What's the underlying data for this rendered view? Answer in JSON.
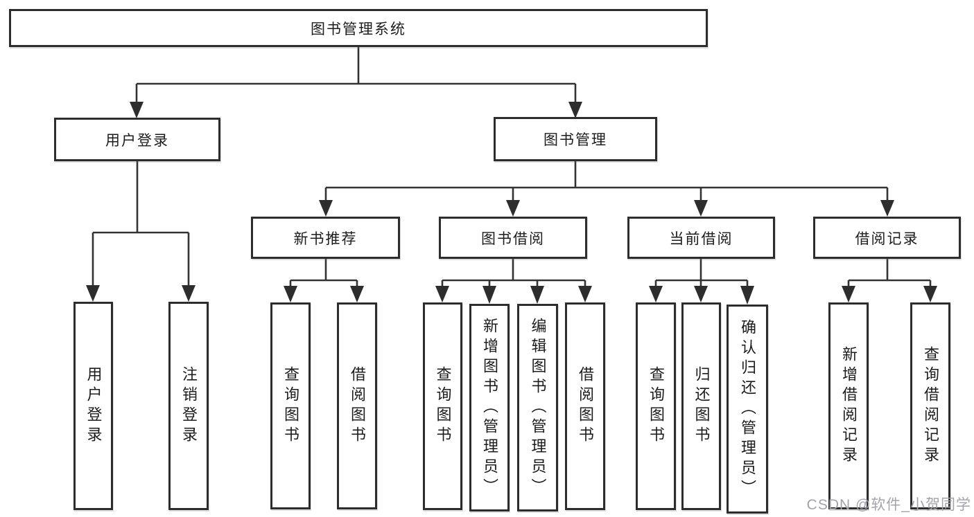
{
  "diagram": {
    "root_label": "图书管理系统",
    "branches": [
      {
        "label": "用户登录",
        "children": [
          {
            "label": "用户登录"
          },
          {
            "label": "注销登录"
          }
        ]
      },
      {
        "label": "图书管理",
        "groups": [
          {
            "label": "新书推荐",
            "children": [
              {
                "label": "查询图书"
              },
              {
                "label": "借阅图书"
              }
            ]
          },
          {
            "label": "图书借阅",
            "children": [
              {
                "label": "查询图书"
              },
              {
                "label": "新增图书（管理员）"
              },
              {
                "label": "编辑图书（管理员）"
              },
              {
                "label": "借阅图书"
              }
            ]
          },
          {
            "label": "当前借阅",
            "children": [
              {
                "label": "查询图书"
              },
              {
                "label": "归还图书"
              },
              {
                "label": "确认归还（管理员）"
              }
            ]
          },
          {
            "label": "借阅记录",
            "children": [
              {
                "label": "新增借阅记录"
              },
              {
                "label": "查询借阅记录"
              }
            ]
          }
        ]
      }
    ]
  },
  "watermark": {
    "text": "CSDN @软件_小贺同学"
  },
  "colors": {
    "line": "#333333",
    "arrow": "#2d2d2d",
    "box_border": "#2d2d2d",
    "box_fill": "#ffffff",
    "text": "#1c1c1c",
    "watermark": "#a3a3ad",
    "background": "#ffffff"
  }
}
